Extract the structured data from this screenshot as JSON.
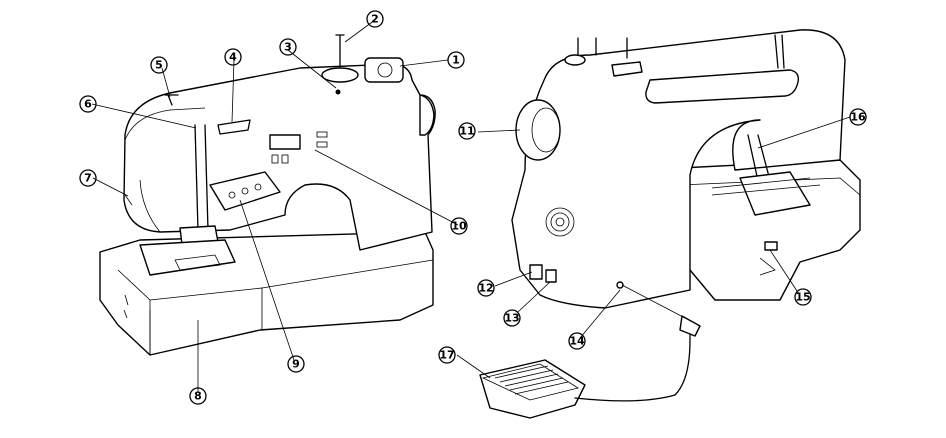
{
  "callouts": [
    {
      "id": "1",
      "label": "①"
    },
    {
      "id": "2",
      "label": "②"
    },
    {
      "id": "3",
      "label": "③"
    },
    {
      "id": "4",
      "label": "④"
    },
    {
      "id": "5",
      "label": "⑤"
    },
    {
      "id": "6",
      "label": "⑥"
    },
    {
      "id": "7",
      "label": "⑦"
    },
    {
      "id": "8",
      "label": "⑧"
    },
    {
      "id": "9",
      "label": "⑨"
    },
    {
      "id": "10",
      "label": "⑩"
    },
    {
      "id": "11",
      "label": "⑪"
    },
    {
      "id": "12",
      "label": "⑫"
    },
    {
      "id": "13",
      "label": "⑬"
    },
    {
      "id": "14",
      "label": "⑭"
    },
    {
      "id": "15",
      "label": "⑮"
    },
    {
      "id": "16",
      "label": "⑯"
    },
    {
      "id": "17",
      "label": "⑰"
    }
  ]
}
